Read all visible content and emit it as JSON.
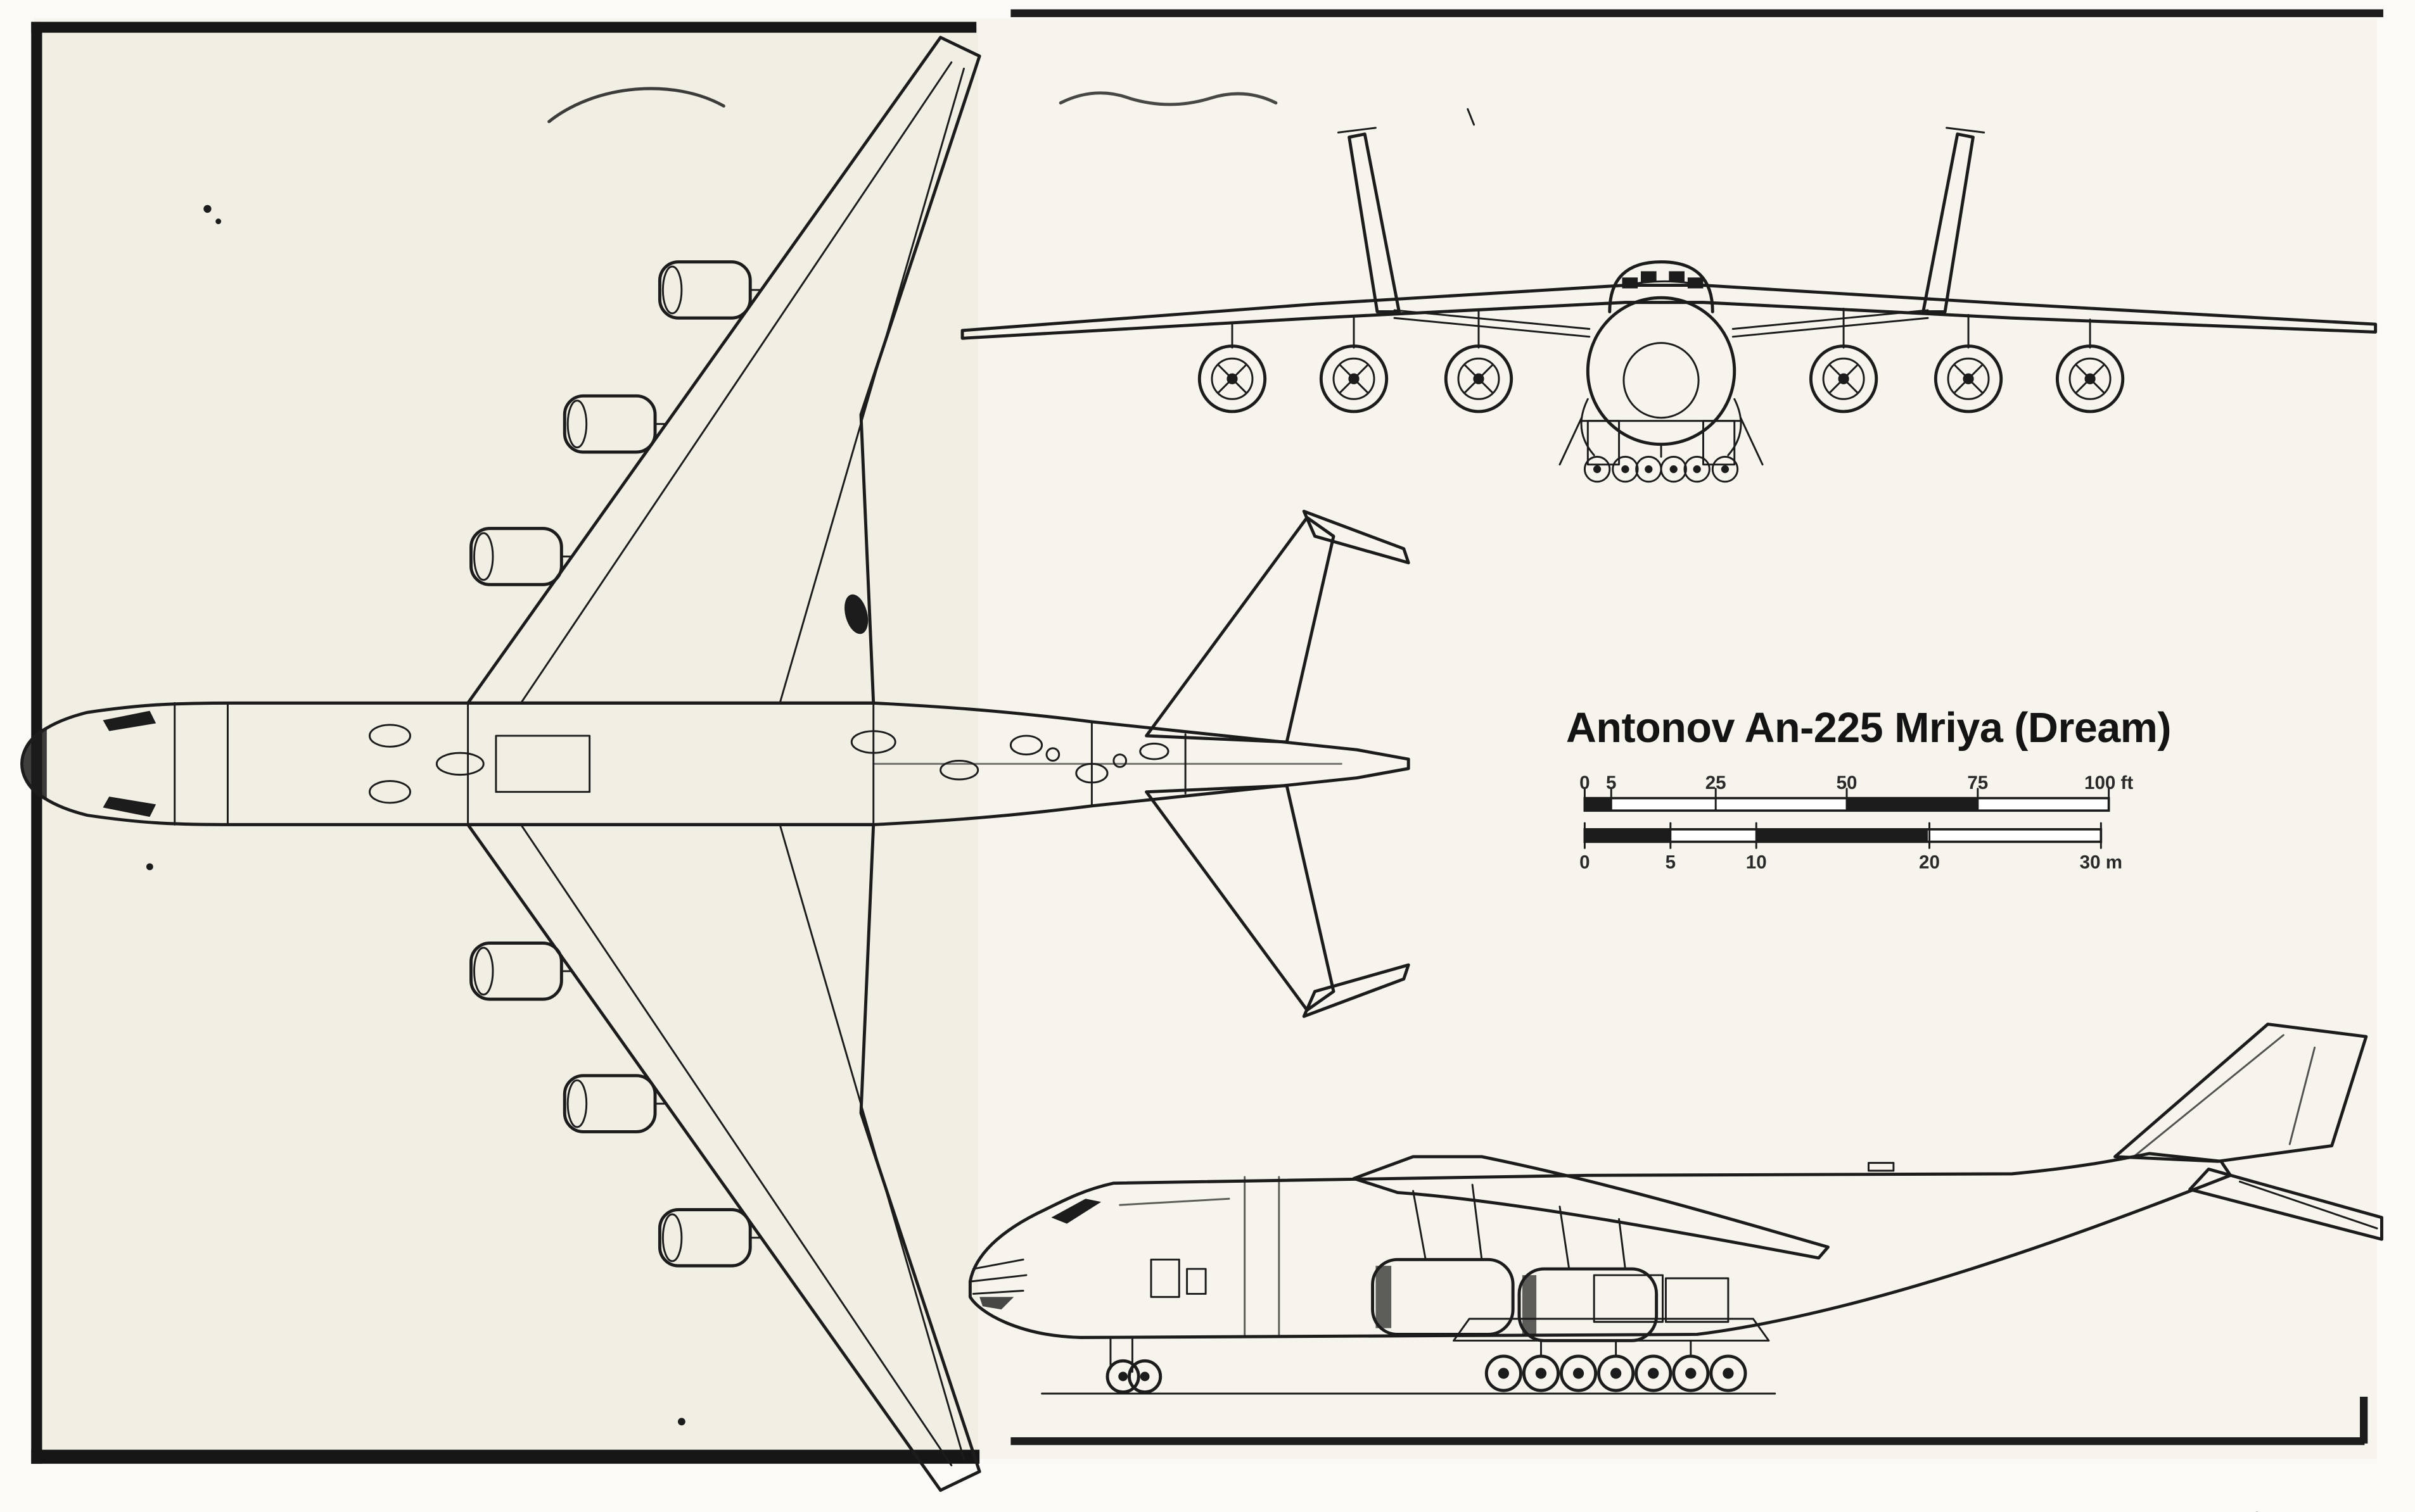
{
  "title": "Antonov An-225 Mriya (Dream)",
  "scale": {
    "ft_ticks": [
      "0",
      "5",
      "25",
      "50",
      "75",
      "100 ft"
    ],
    "m_ticks": [
      "0",
      "5",
      "10",
      "20",
      "30 m"
    ]
  },
  "colors": {
    "paper": "#f6f4ec",
    "ink": "#1c1c1c"
  }
}
